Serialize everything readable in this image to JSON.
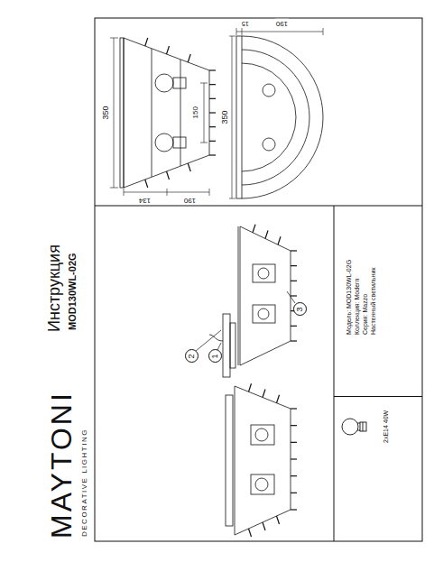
{
  "diagram": {
    "title": "Инструкция",
    "nodes": [
      {
        "text": [
          "2"
        ]
      },
      {
        "text": [
          "1"
        ]
      },
      {
        "text": [
          "3"
        ]
      },
      {
        "text": [
          "Модель: MOD130WL-02G",
          "Коллекция: Modern",
          "Серия: Mazzo",
          "Настенный светильник"
        ]
      }
    ],
    "labels": [
      "MAYTONI",
      "DECORATIVE LIGHTING",
      "MOD130WL-02G",
      "350",
      "190",
      "134",
      "150",
      "350",
      "190",
      "15",
      "2xE14 40W"
    ]
  }
}
